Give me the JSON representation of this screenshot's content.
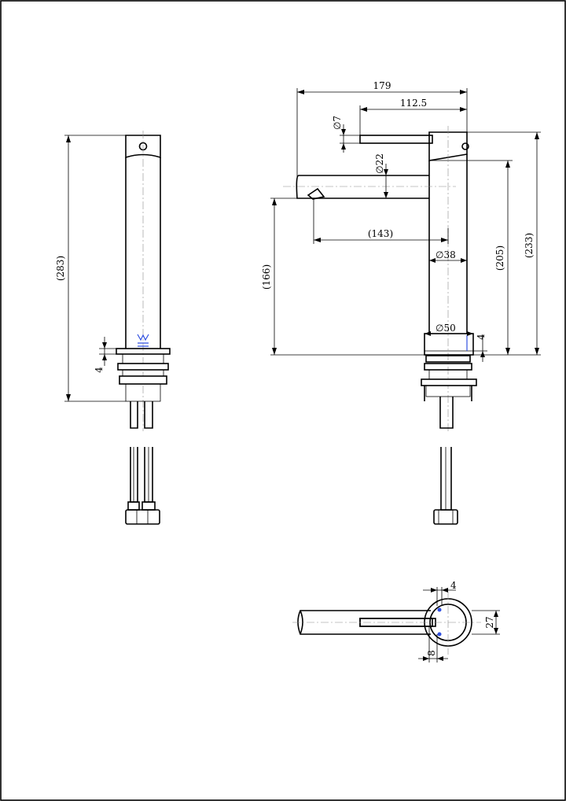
{
  "dimensions": {
    "side_height_total": "(283)",
    "side_base_thickness": "4",
    "overall_length": "179",
    "lever_length": "112.5",
    "lever_diameter": "7",
    "spout_diameter": "22",
    "spout_reach": "(143)",
    "body_diameter": "38",
    "spout_outlet_height": "(166)",
    "body_height": "(205)",
    "total_height": "(233)",
    "base_diameter": "50",
    "base_thickness": "4",
    "top_offset": "4",
    "top_width": "27",
    "top_inset": "8"
  },
  "symbols": {
    "diameter": "∅"
  },
  "colors": {
    "line": "#000000",
    "centerline": "#8a8a8a",
    "marker": "#3050e0"
  }
}
